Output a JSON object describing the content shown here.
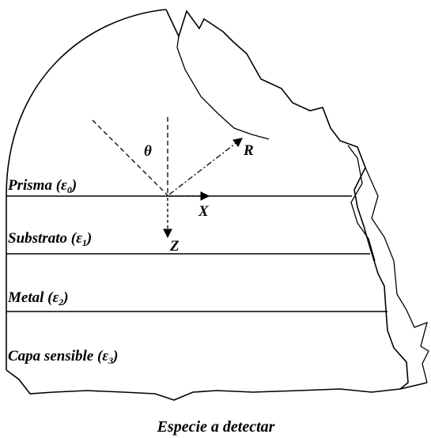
{
  "diagram": {
    "layers": [
      {
        "id": "prisma",
        "name": "Prisma",
        "symbol": "ε",
        "index": "0"
      },
      {
        "id": "substrato",
        "name": "Substrato",
        "symbol": "ε",
        "index": "1"
      },
      {
        "id": "metal",
        "name": "Metal",
        "symbol": "ε",
        "index": "2"
      },
      {
        "id": "capa",
        "name": "Capa sensible",
        "symbol": "ε",
        "index": "3"
      }
    ],
    "angle_label": "θ",
    "axes": {
      "x": "X",
      "z": "Z",
      "r": "R"
    },
    "caption": "Especie a detectar"
  }
}
